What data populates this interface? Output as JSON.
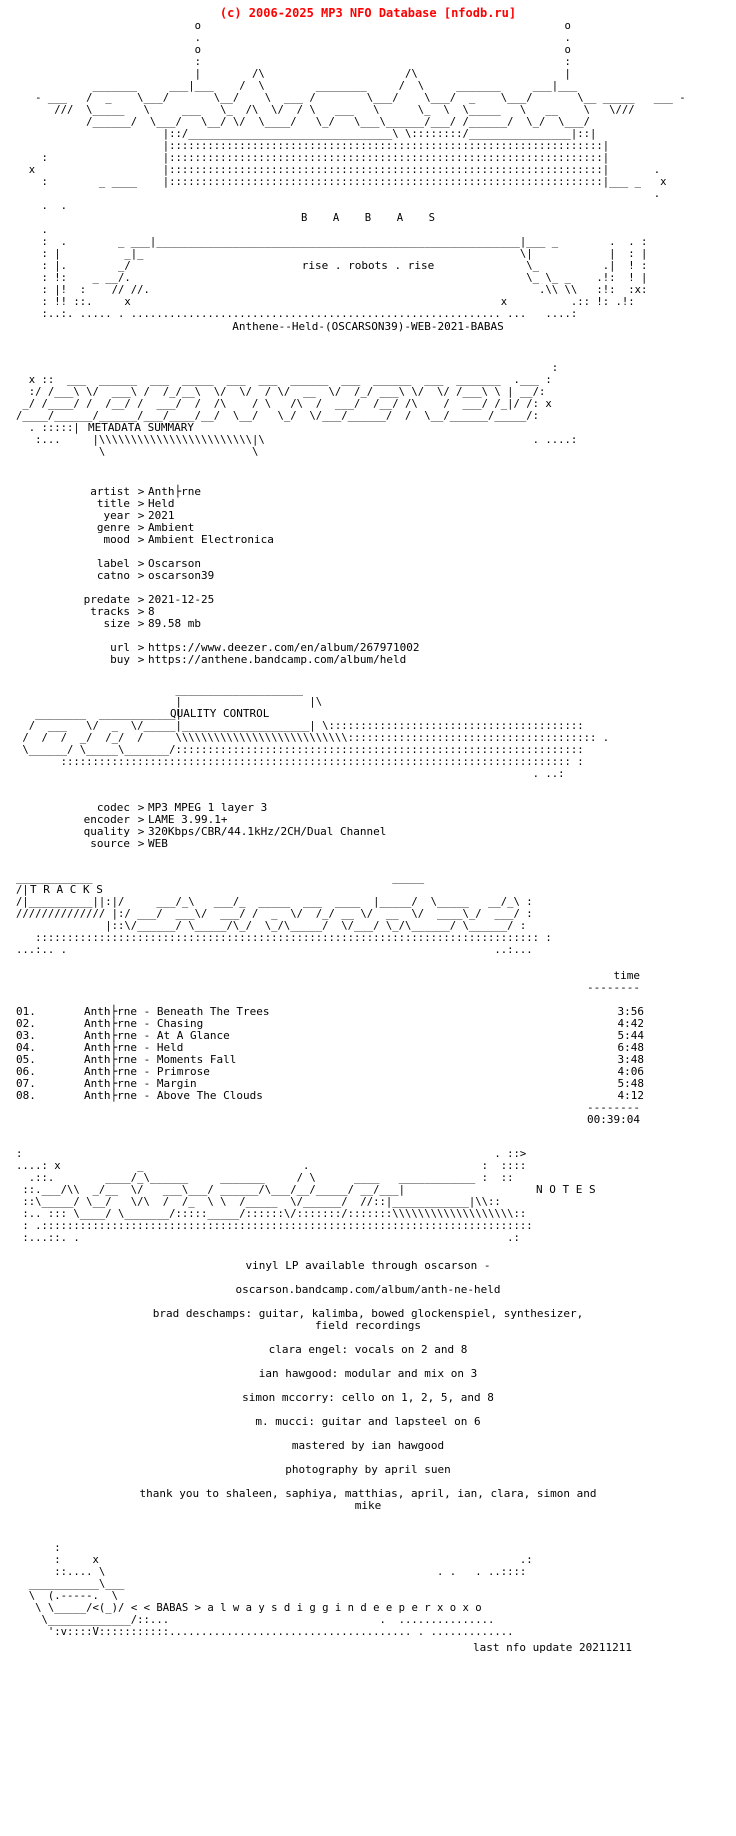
{
  "header": {
    "link_text": "(c) 2006-2025 MP3 NFO Database [nfodb.ru]",
    "link_color": "#ff0000"
  },
  "release_name": "Anthene--Held-(OSCARSON39)-WEB-2021-BABAS",
  "logo": {
    "group_letters": "B    A    B    A    S",
    "tagline": "rise . robots . rise"
  },
  "sections": {
    "metadata_title": "METADATA SUMMARY",
    "quality_title": "QUALITY CONTROL",
    "tracks_title": "T R A C K S",
    "notes_title": "N O T E S"
  },
  "metadata": {
    "artist": {
      "label": "artist",
      "value": "Anth├rne"
    },
    "title": {
      "label": "title",
      "value": "Held"
    },
    "year": {
      "label": "year",
      "value": "2021"
    },
    "genre": {
      "label": "genre",
      "value": "Ambient"
    },
    "mood": {
      "label": "mood",
      "value": "Ambient Electronica"
    },
    "label": {
      "label": "label",
      "value": "Oscarson"
    },
    "catno": {
      "label": "catno",
      "value": "oscarson39"
    },
    "predate": {
      "label": "predate",
      "value": "2021-12-25"
    },
    "tracks": {
      "label": "tracks",
      "value": "8"
    },
    "size": {
      "label": "size",
      "value": "89.58 mb"
    },
    "url": {
      "label": "url",
      "value": "https://www.deezer.com/en/album/267971002"
    },
    "buy": {
      "label": "buy",
      "value": "https://anthene.bandcamp.com/album/held"
    }
  },
  "quality": {
    "codec": {
      "label": "codec",
      "value": "MP3 MPEG 1 layer 3"
    },
    "encoder": {
      "label": "encoder",
      "value": "LAME 3.99.1+"
    },
    "quality": {
      "label": "quality",
      "value": "320Kbps/CBR/44.1kHz/2CH/Dual Channel"
    },
    "source": {
      "label": "source",
      "value": "WEB"
    }
  },
  "tracklist": {
    "time_header": "time",
    "rule": "--------",
    "total_rule": "--------",
    "total": "00:39:04",
    "items": [
      {
        "num": "01.",
        "artist": "Anth├rne",
        "title": "Beneath The Trees",
        "time": "3:56"
      },
      {
        "num": "02.",
        "artist": "Anth├rne",
        "title": "Chasing",
        "time": "4:42"
      },
      {
        "num": "03.",
        "artist": "Anth├rne",
        "title": "At A Glance",
        "time": "5:44"
      },
      {
        "num": "04.",
        "artist": "Anth├rne",
        "title": "Held",
        "time": "6:48"
      },
      {
        "num": "05.",
        "artist": "Anth├rne",
        "title": "Moments Fall",
        "time": "3:48"
      },
      {
        "num": "06.",
        "artist": "Anth├rne",
        "title": "Primrose",
        "time": "4:06"
      },
      {
        "num": "07.",
        "artist": "Anth├rne",
        "title": "Margin",
        "time": "5:48"
      },
      {
        "num": "08.",
        "artist": "Anth├rne",
        "title": "Above The Clouds",
        "time": "4:12"
      }
    ]
  },
  "notes": [
    "vinyl LP available through oscarson -",
    "oscarson.bandcamp.com/album/anth-ne-held",
    "brad deschamps: guitar, kalimba, bowed glockenspiel, synthesizer,\nfield recordings",
    "clara engel: vocals on 2 and 8",
    "ian hawgood: modular and mix on 3",
    "simon mccorry: cello on 1, 2, 5, and 8",
    "m. mucci: guitar and lapsteel on 6",
    "mastered by ian hawgood",
    "photography by april suen",
    "thank you to shaleen, saphiya, matthias, april, ian, clara, simon and\nmike"
  ],
  "footer": {
    "slogan": "< < BABAS > a l w a y s d i g g i n d e e p e r x o x o",
    "last_update": "last nfo update 20211211"
  }
}
